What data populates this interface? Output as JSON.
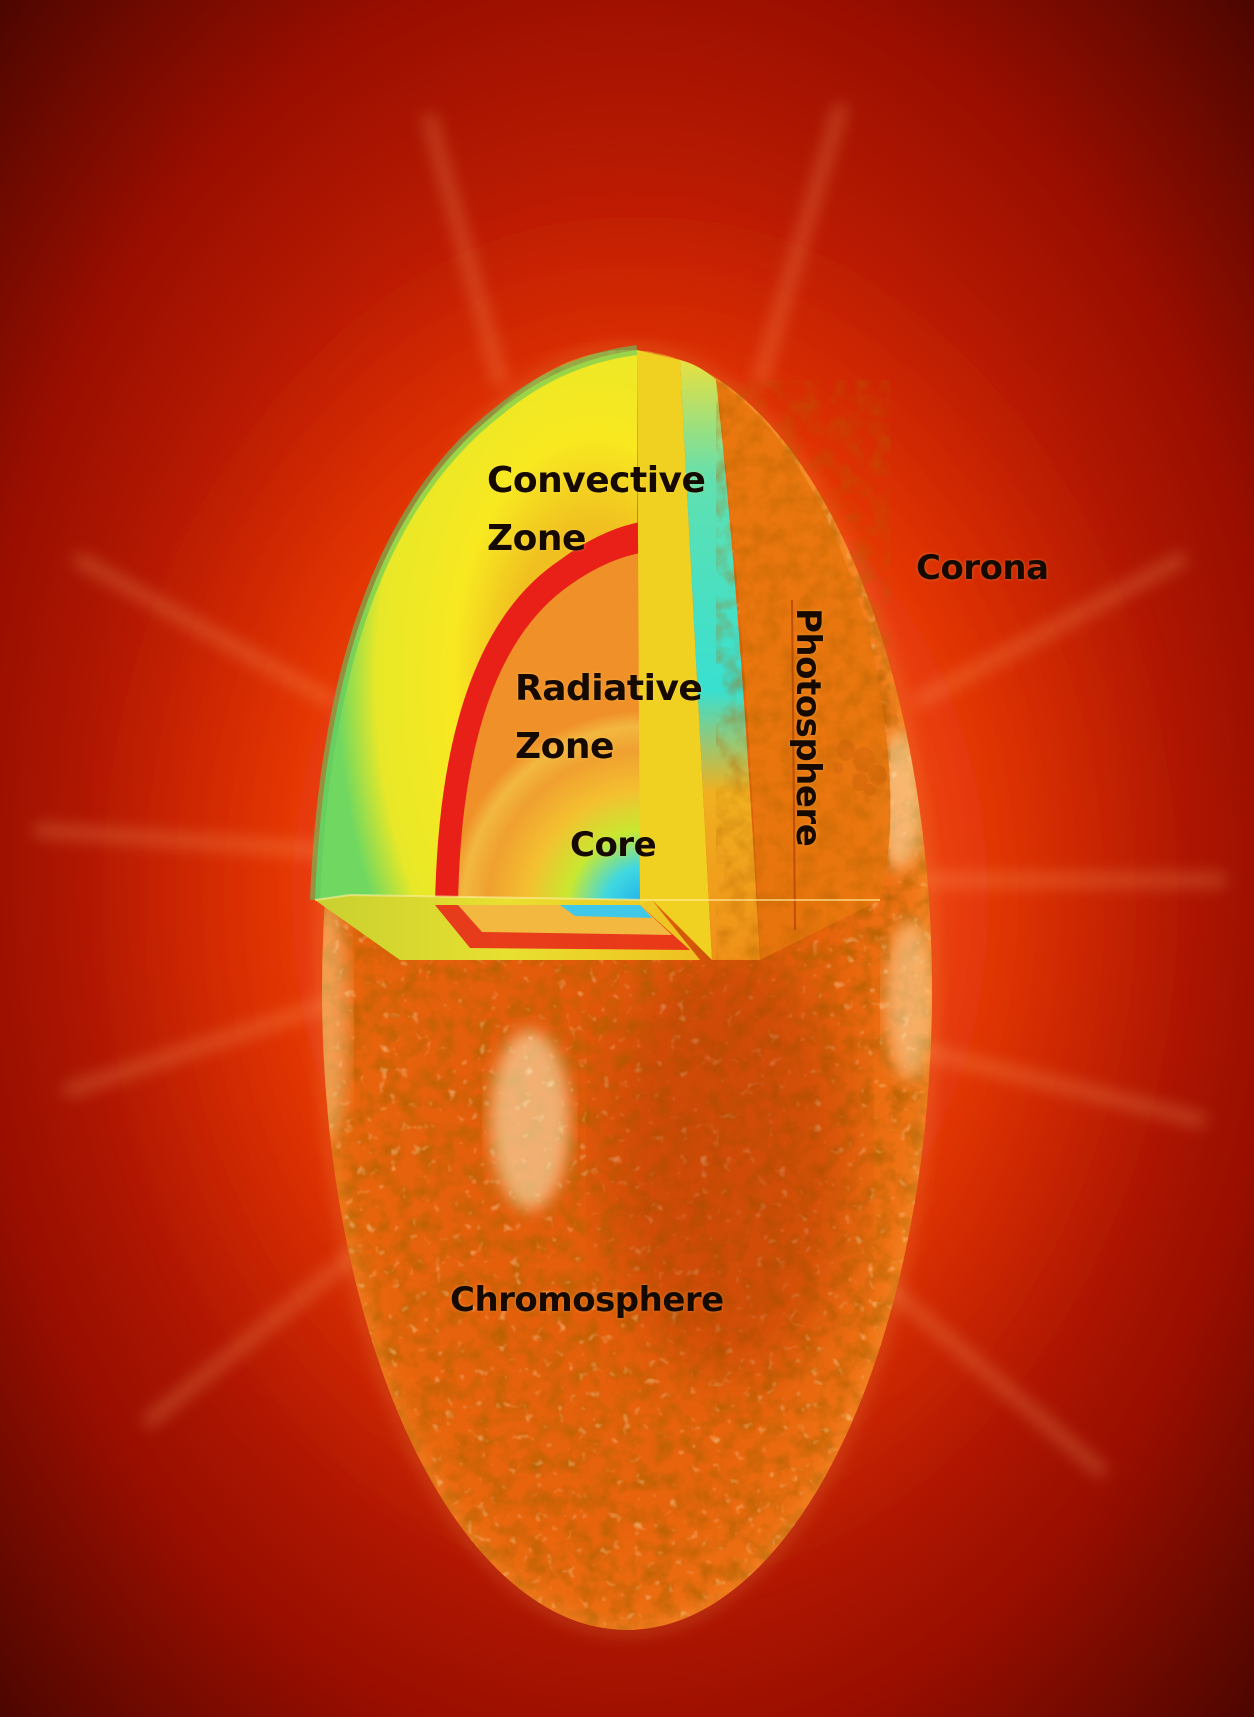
{
  "labels": {
    "convective_line1": "Convective",
    "convective_line2": "Zone",
    "radiative_line1": "Radiative",
    "radiative_line2": "Zone",
    "core": "Core",
    "photosphere": "Photosphere",
    "corona": "Corona",
    "chromosphere": "Chromosphere"
  },
  "colors": {
    "background_dark": "#2a0300",
    "corona_red": "#c81e02",
    "surface_orange": "#e85a0a",
    "convective_yellow": "#f6e21c",
    "radiative_red": "#e8221a",
    "core_blue": "#2ab4ec",
    "photosphere_cyan": "#30e0c8",
    "label_text": "#160900"
  },
  "icons": {
    "sunspot": "sunspot-cluster"
  }
}
